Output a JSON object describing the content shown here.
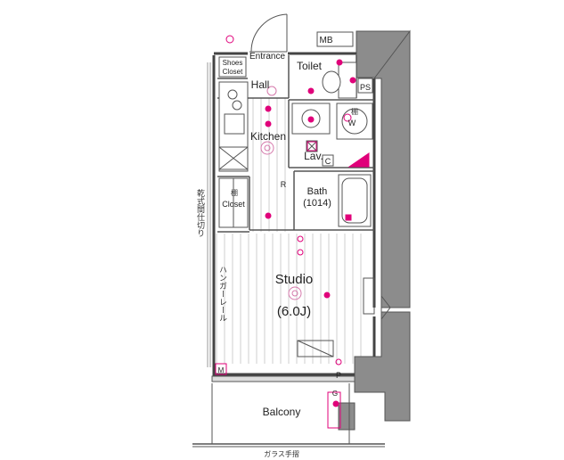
{
  "rooms": {
    "studio": "Studio",
    "studio_size": "(6.0J)",
    "kitchen": "Kitchen",
    "hall": "Hall",
    "entrance": "Entrance",
    "toilet": "Toilet",
    "lav": "Lav.",
    "bath": "Bath",
    "bath_size": "(1014)",
    "balcony": "Balcony",
    "closet": "Closet",
    "shoes_closet_line1": "Shoes",
    "shoes_closet_line2": "Closet"
  },
  "labels": {
    "mb": "MB",
    "ps": "PS",
    "w": "W",
    "c": "C",
    "p": "P",
    "m": "M",
    "r": "R",
    "g": "G",
    "shelf": "棚",
    "hanger_rail": "ハンガーレール",
    "dryer_pipe": "乾式間仕切り",
    "glass_rail": "ガラス手摺"
  },
  "colors": {
    "wall": "#444444",
    "outer_wall": "#8c8c8c",
    "line": "#555555",
    "floor_line": "#c8c8c8",
    "accent": "#e0007a"
  }
}
